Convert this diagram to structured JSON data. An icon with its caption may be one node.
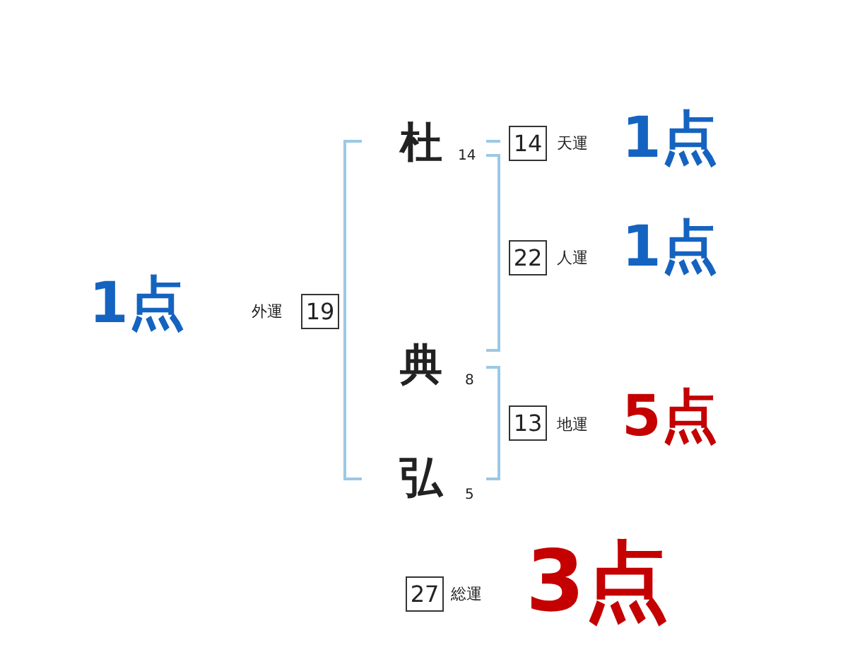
{
  "diagram": {
    "nodes": [
      {
        "text": [
          "14"
        ],
        "beside": [
          "天運",
          "1点"
        ]
      },
      {
        "text": [
          "22"
        ],
        "beside": [
          "人運",
          "1点"
        ]
      },
      {
        "text": [
          "19"
        ],
        "beside": [
          "外運",
          "1点"
        ]
      },
      {
        "text": [
          "13"
        ],
        "beside": [
          "地運",
          "5点"
        ]
      },
      {
        "text": [
          "27"
        ],
        "beside": [
          "総運",
          "3点"
        ]
      }
    ],
    "labels": [
      "杜",
      "14",
      "典",
      "8",
      "弘",
      "5"
    ]
  }
}
